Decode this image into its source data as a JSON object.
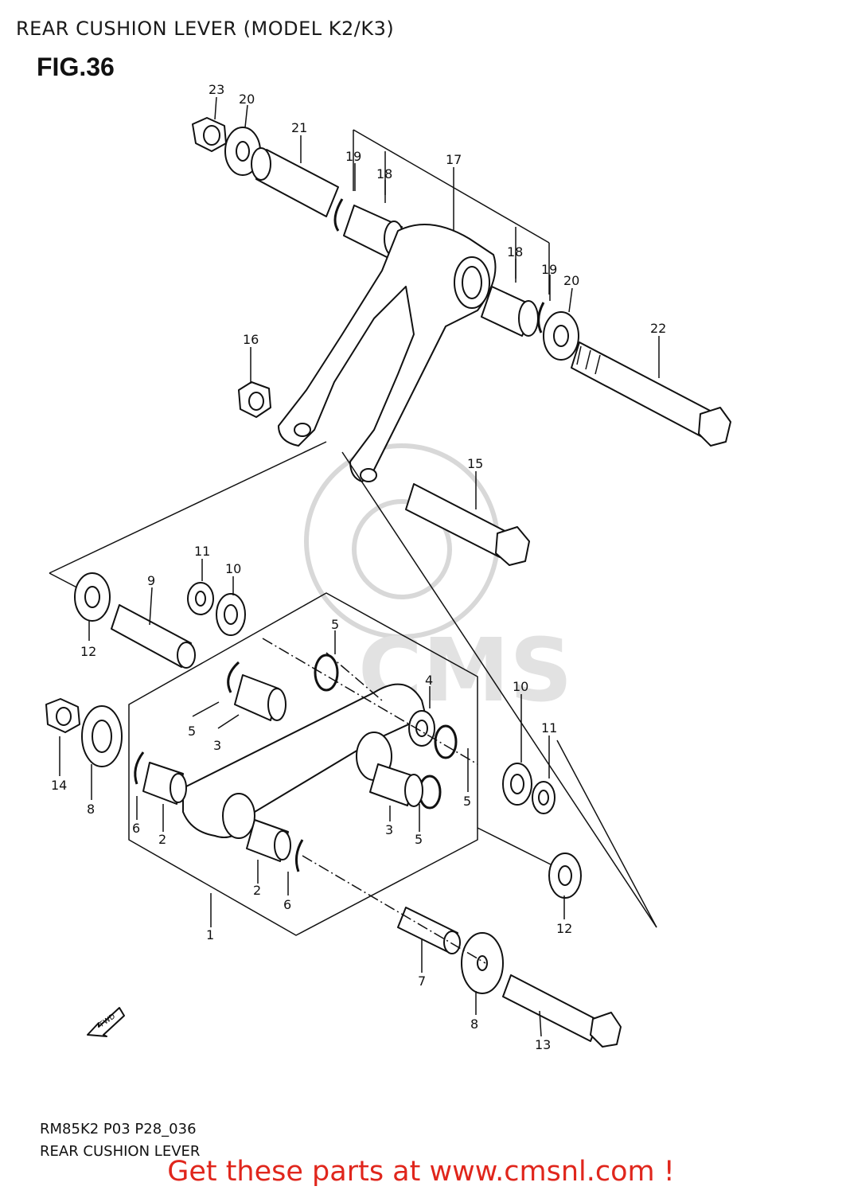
{
  "header": {
    "title": "REAR CUSHION LEVER (MODEL K2/K3)",
    "figure": "FIG.36"
  },
  "diagram": {
    "callouts": [
      "23",
      "20",
      "21",
      "19",
      "18",
      "17",
      "18",
      "19",
      "20",
      "22",
      "16",
      "15",
      "11",
      "10",
      "9",
      "12",
      "5",
      "4",
      "10",
      "11",
      "5",
      "3",
      "14",
      "8",
      "6",
      "2",
      "5",
      "3",
      "5",
      "2",
      "6",
      "1",
      "12",
      "7",
      "8",
      "13"
    ],
    "watermark_text": "CMS",
    "fwd_label": "FWD"
  },
  "footer": {
    "code": "RM85K2 P03 P28_036",
    "name": "REAR CUSHION LEVER",
    "promo": "Get these parts at www.cmsnl.com !"
  },
  "colors": {
    "line": "#111111",
    "promo": "#e0261c",
    "watermark": "#d8d8d8"
  }
}
